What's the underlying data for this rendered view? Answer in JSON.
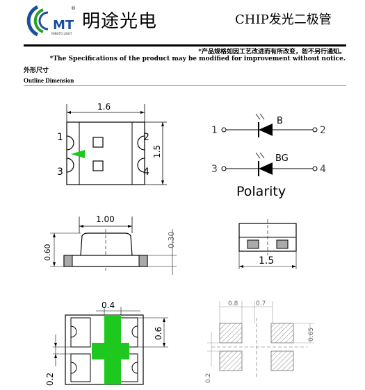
{
  "header": {
    "brand_letters": "MT",
    "brand_name": "明途光电",
    "brand_sub": "MINGTO LIGHT",
    "registered_mark": "®",
    "product_title": "CHIP发光二极管"
  },
  "notice": {
    "cn": "*产品规格如因工艺改进而有所改变，恕不另行通知。",
    "en": "*The Specifications of the product may be modified for improvement without notice."
  },
  "section": {
    "title_cn": "外形尺寸",
    "title_en": "Outline Dimension"
  },
  "top_view": {
    "width_label": "1.6",
    "height_label": "1.5",
    "pins": [
      "1",
      "2",
      "3",
      "4"
    ]
  },
  "polarity": {
    "row1": {
      "left": "1",
      "right": "2",
      "color": "B"
    },
    "row2": {
      "left": "3",
      "right": "4",
      "color": "BG"
    },
    "label": "Polarity"
  },
  "side_view": {
    "dome_label": "1.00",
    "height_label": "0.60",
    "body_label": "0.30"
  },
  "end_view": {
    "width_label": "1.5"
  },
  "bottom_view": {
    "stripe_label": "0.4",
    "pad_label": "0.6",
    "gap_label": "0.2"
  },
  "land_pattern": {
    "pad_w": "0.8",
    "gap": "0.7",
    "pad_h": "0.65",
    "row_gap": "0.2"
  },
  "colors": {
    "accent_green": "#1ec81e",
    "logo_blue": "#1a4fa0",
    "logo_green": "#2aa02a"
  }
}
